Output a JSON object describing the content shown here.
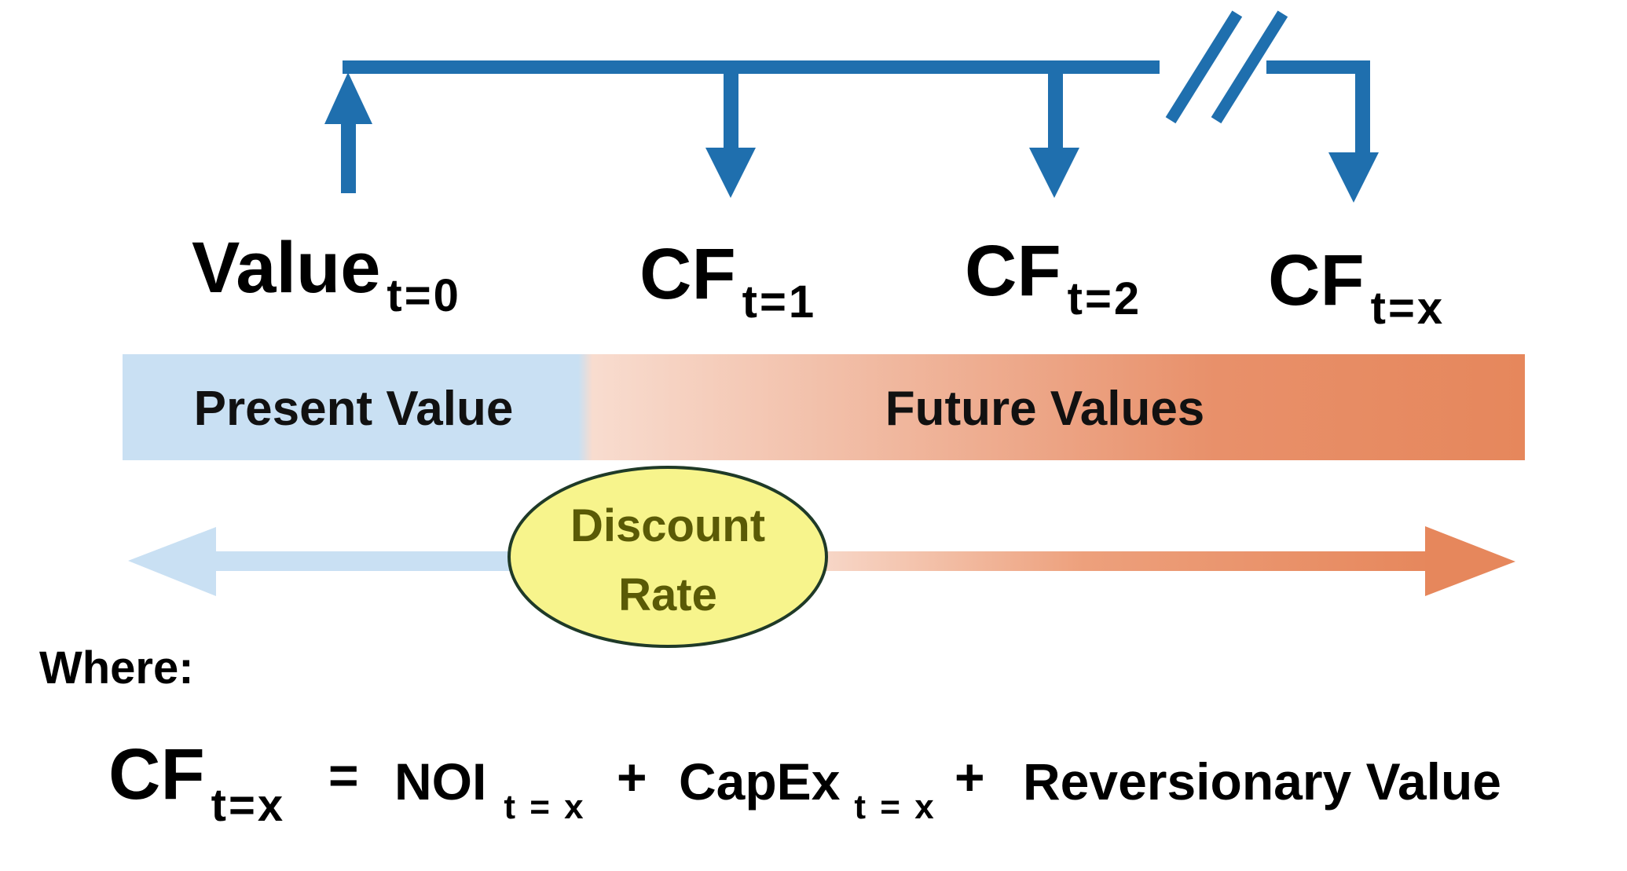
{
  "colors": {
    "flow": "#1f6fae",
    "present": "#c9e0f3",
    "future_light": "#f8dccf",
    "future_dark": "#e6875c",
    "rate_fill": "#f7f48c",
    "rate_stroke": "#1f3a28",
    "rate_text": "#5a5a06"
  },
  "timeline": {
    "items": [
      {
        "main": "Value",
        "sub": "t=0"
      },
      {
        "main": "CF",
        "sub": "t=1"
      },
      {
        "main": "CF",
        "sub": "t=2"
      },
      {
        "main": "CF",
        "sub": "t=x"
      }
    ]
  },
  "band": {
    "present": "Present Value",
    "future": "Future Values"
  },
  "rate": {
    "line1": "Discount",
    "line2": "Rate"
  },
  "where": {
    "label": "Where:"
  },
  "formula": {
    "lhs_main": "CF",
    "lhs_sub": "t=x",
    "equals": "=",
    "term1_main": "NOI",
    "term1_sub": "t = x",
    "plus1": "+",
    "term2_main": "CapEx",
    "term2_sub": "t = x",
    "plus2": "+",
    "term3": "Reversionary Value"
  }
}
